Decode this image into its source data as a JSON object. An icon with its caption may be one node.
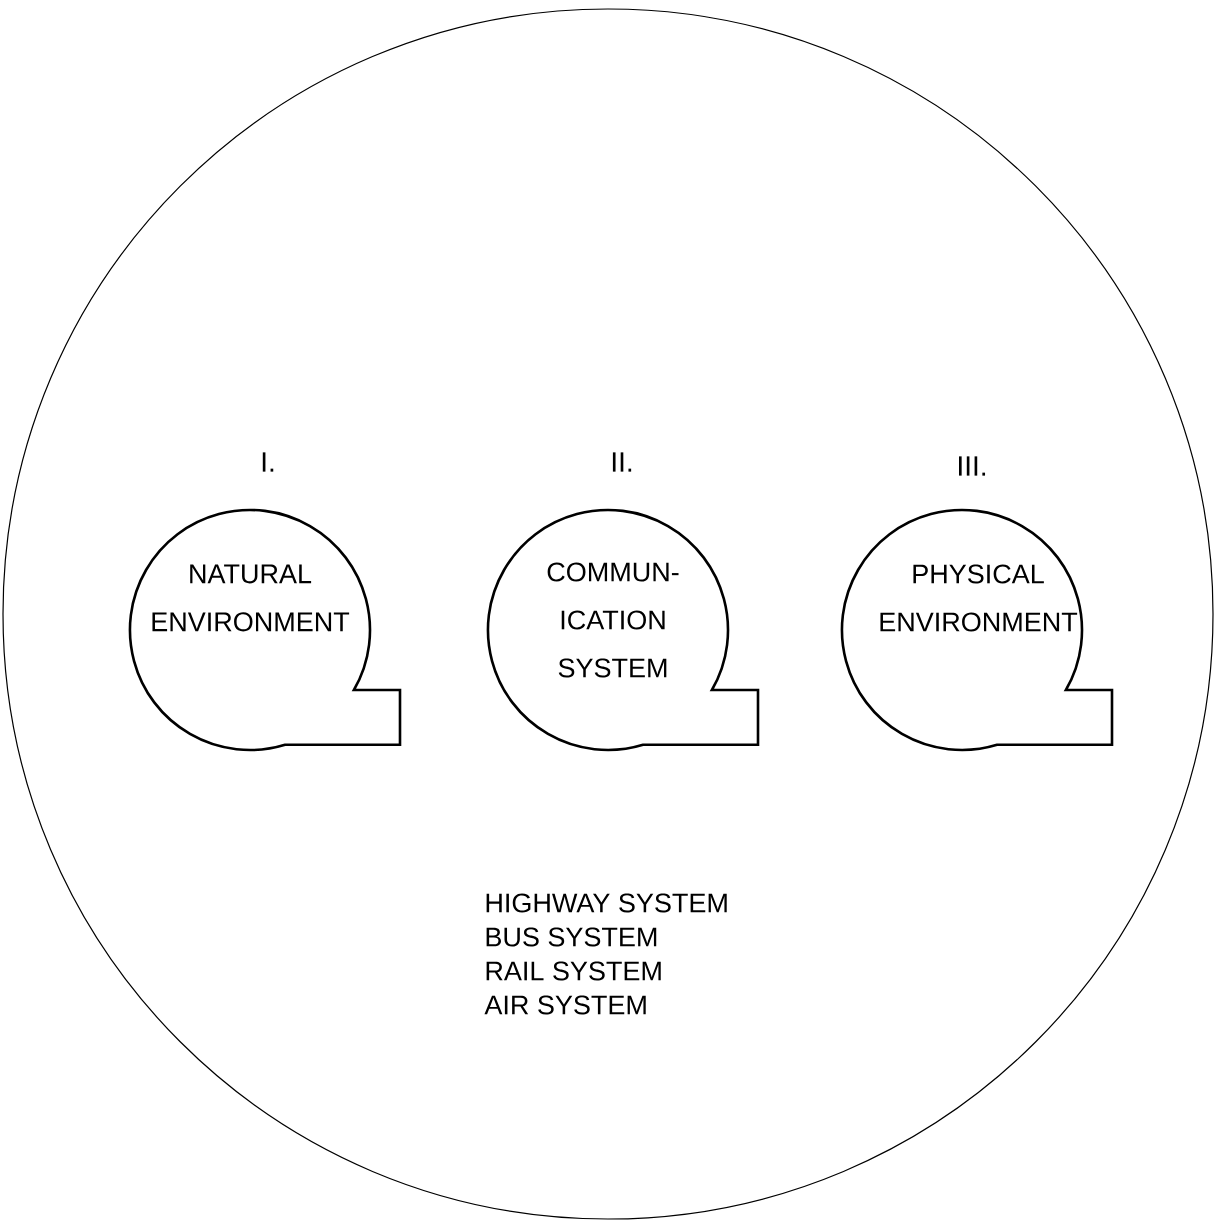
{
  "diagram": {
    "nodes": [
      {
        "text": [],
        "shape": "circle"
      },
      {
        "text": [
          "I.",
          "NATURAL ENVIRONMENT"
        ],
        "in": 0
      },
      {
        "text": [
          "II.",
          "COMMUN- ICATION SYSTEM"
        ],
        "in": 0
      },
      {
        "text": [
          "III.",
          "PHYSICAL ENVIRONMENT"
        ],
        "in": 0
      }
    ],
    "labels": [
      "HIGHWAY SYSTEM",
      "BUS SYSTEM",
      "RAIL SYSTEM",
      "AIR SYSTEM"
    ]
  }
}
